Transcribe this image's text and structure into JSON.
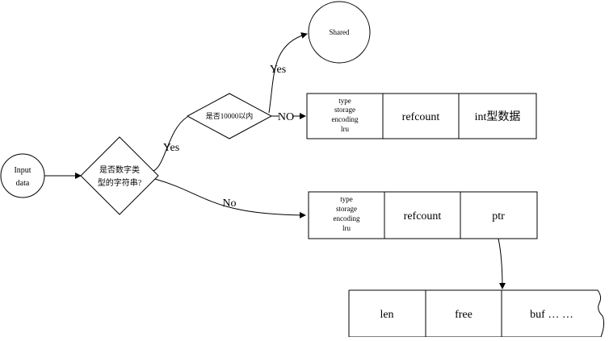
{
  "nodes": {
    "input": {
      "line1": "Input",
      "line2": "data"
    },
    "decision_numeric": {
      "line1": "是否数字类",
      "line2": "型的字符串?"
    },
    "decision_range": {
      "text": "是否10000以内"
    },
    "shared": {
      "text": "Shared"
    }
  },
  "edges": {
    "yes_to_range": "Yes",
    "yes_to_shared": "Yes",
    "no_to_int_struct": "NO",
    "no_to_raw_struct": "No"
  },
  "int_struct": {
    "header": [
      "type",
      "storage",
      "encoding",
      "lru"
    ],
    "refcount": "refcount",
    "data": "int型数据"
  },
  "raw_struct": {
    "header": [
      "type",
      "storage",
      "encoding",
      "lru"
    ],
    "refcount": "refcount",
    "ptr": "ptr"
  },
  "sds": {
    "len": "len",
    "free": "free",
    "buf": "buf … …"
  }
}
